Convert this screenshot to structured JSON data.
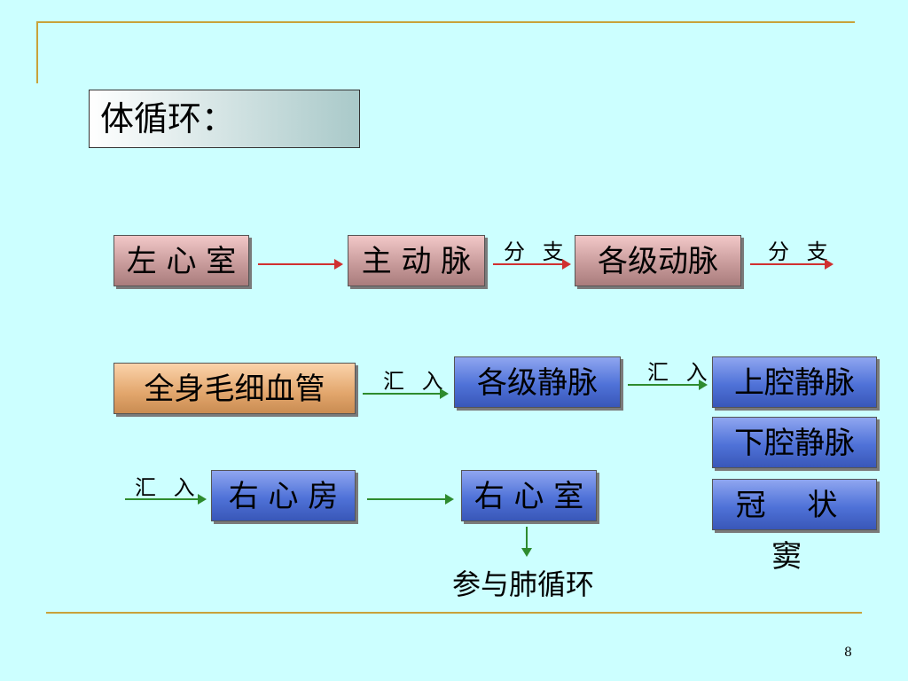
{
  "title": "体循环：",
  "nodes": {
    "left_ventricle": "左 心 室",
    "aorta": "主 动 脉",
    "arteries": "各级动脉",
    "capillaries": "全身毛细血管",
    "veins": "各级静脉",
    "svc": "上腔静脉",
    "ivc": "下腔静脉",
    "coronary_sinus": "冠  状  窦",
    "right_atrium": "右 心 房",
    "right_ventricle": "右 心 室"
  },
  "labels": {
    "branch_1": "分 支",
    "branch_2": "分 支",
    "converge_1": "汇 入",
    "converge_2": "汇 入",
    "converge_3": "汇 入"
  },
  "caption": "参与肺循环",
  "page_number": "8",
  "colors": {
    "background": "#ccffff",
    "rule": "#c8a23a",
    "arrow_red": "#d03030",
    "arrow_green": "#2e8b2e",
    "node_pink": "#c99c9c",
    "node_orange": "#e2a66c",
    "node_blue": "#4f72d8"
  }
}
